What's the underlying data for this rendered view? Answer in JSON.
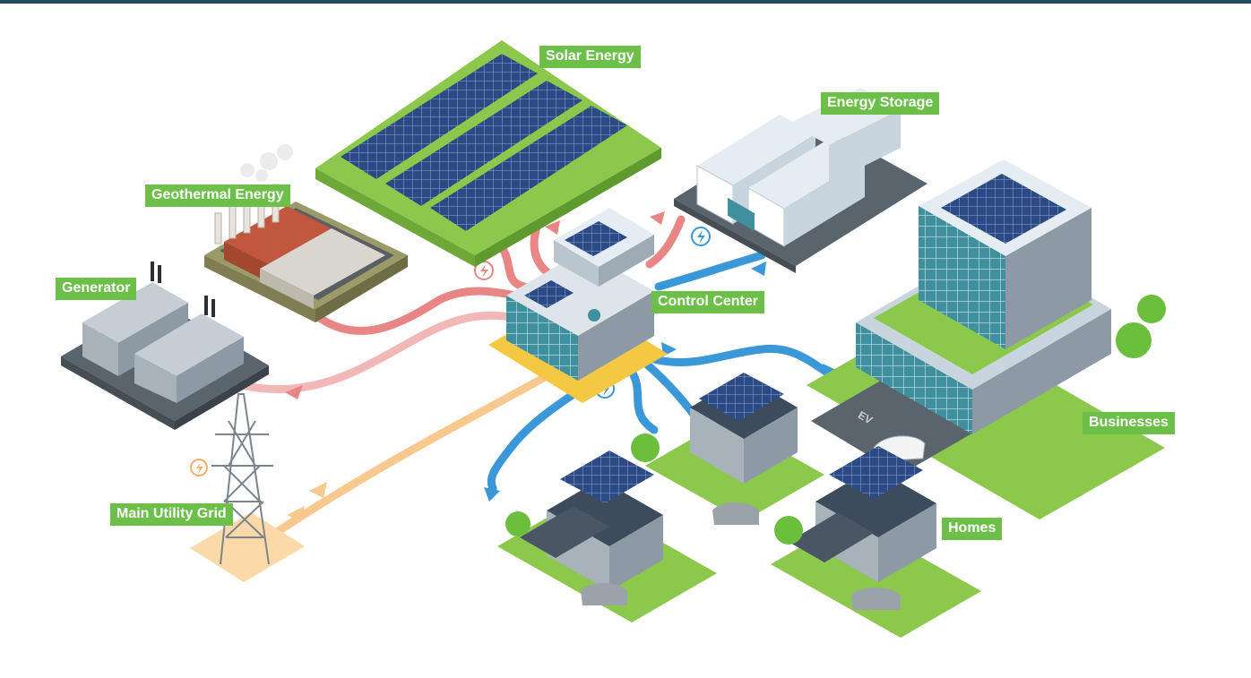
{
  "labels": {
    "solar_energy": "Solar Energy",
    "energy_storage": "Energy Storage",
    "geothermal_energy": "Geothermal Energy",
    "generator": "Generator",
    "control_center": "Control Center",
    "businesses": "Businesses",
    "main_utility_grid": "Main Utility Grid",
    "homes": "Homes"
  },
  "markings": {
    "parking_ev": "EV"
  },
  "colors": {
    "label_bg": "#6cc04a",
    "label_text": "#ffffff",
    "flow_consumption": "#3a97d8",
    "flow_generation": "#e88585",
    "flow_generation_light": "#f2b8b8",
    "flow_grid": "#f7c98e",
    "grass": "#8cc84b",
    "building_gray": "#8d9aa5",
    "glass": "#3f8f9e",
    "solar_panel": "#2c4a86"
  }
}
